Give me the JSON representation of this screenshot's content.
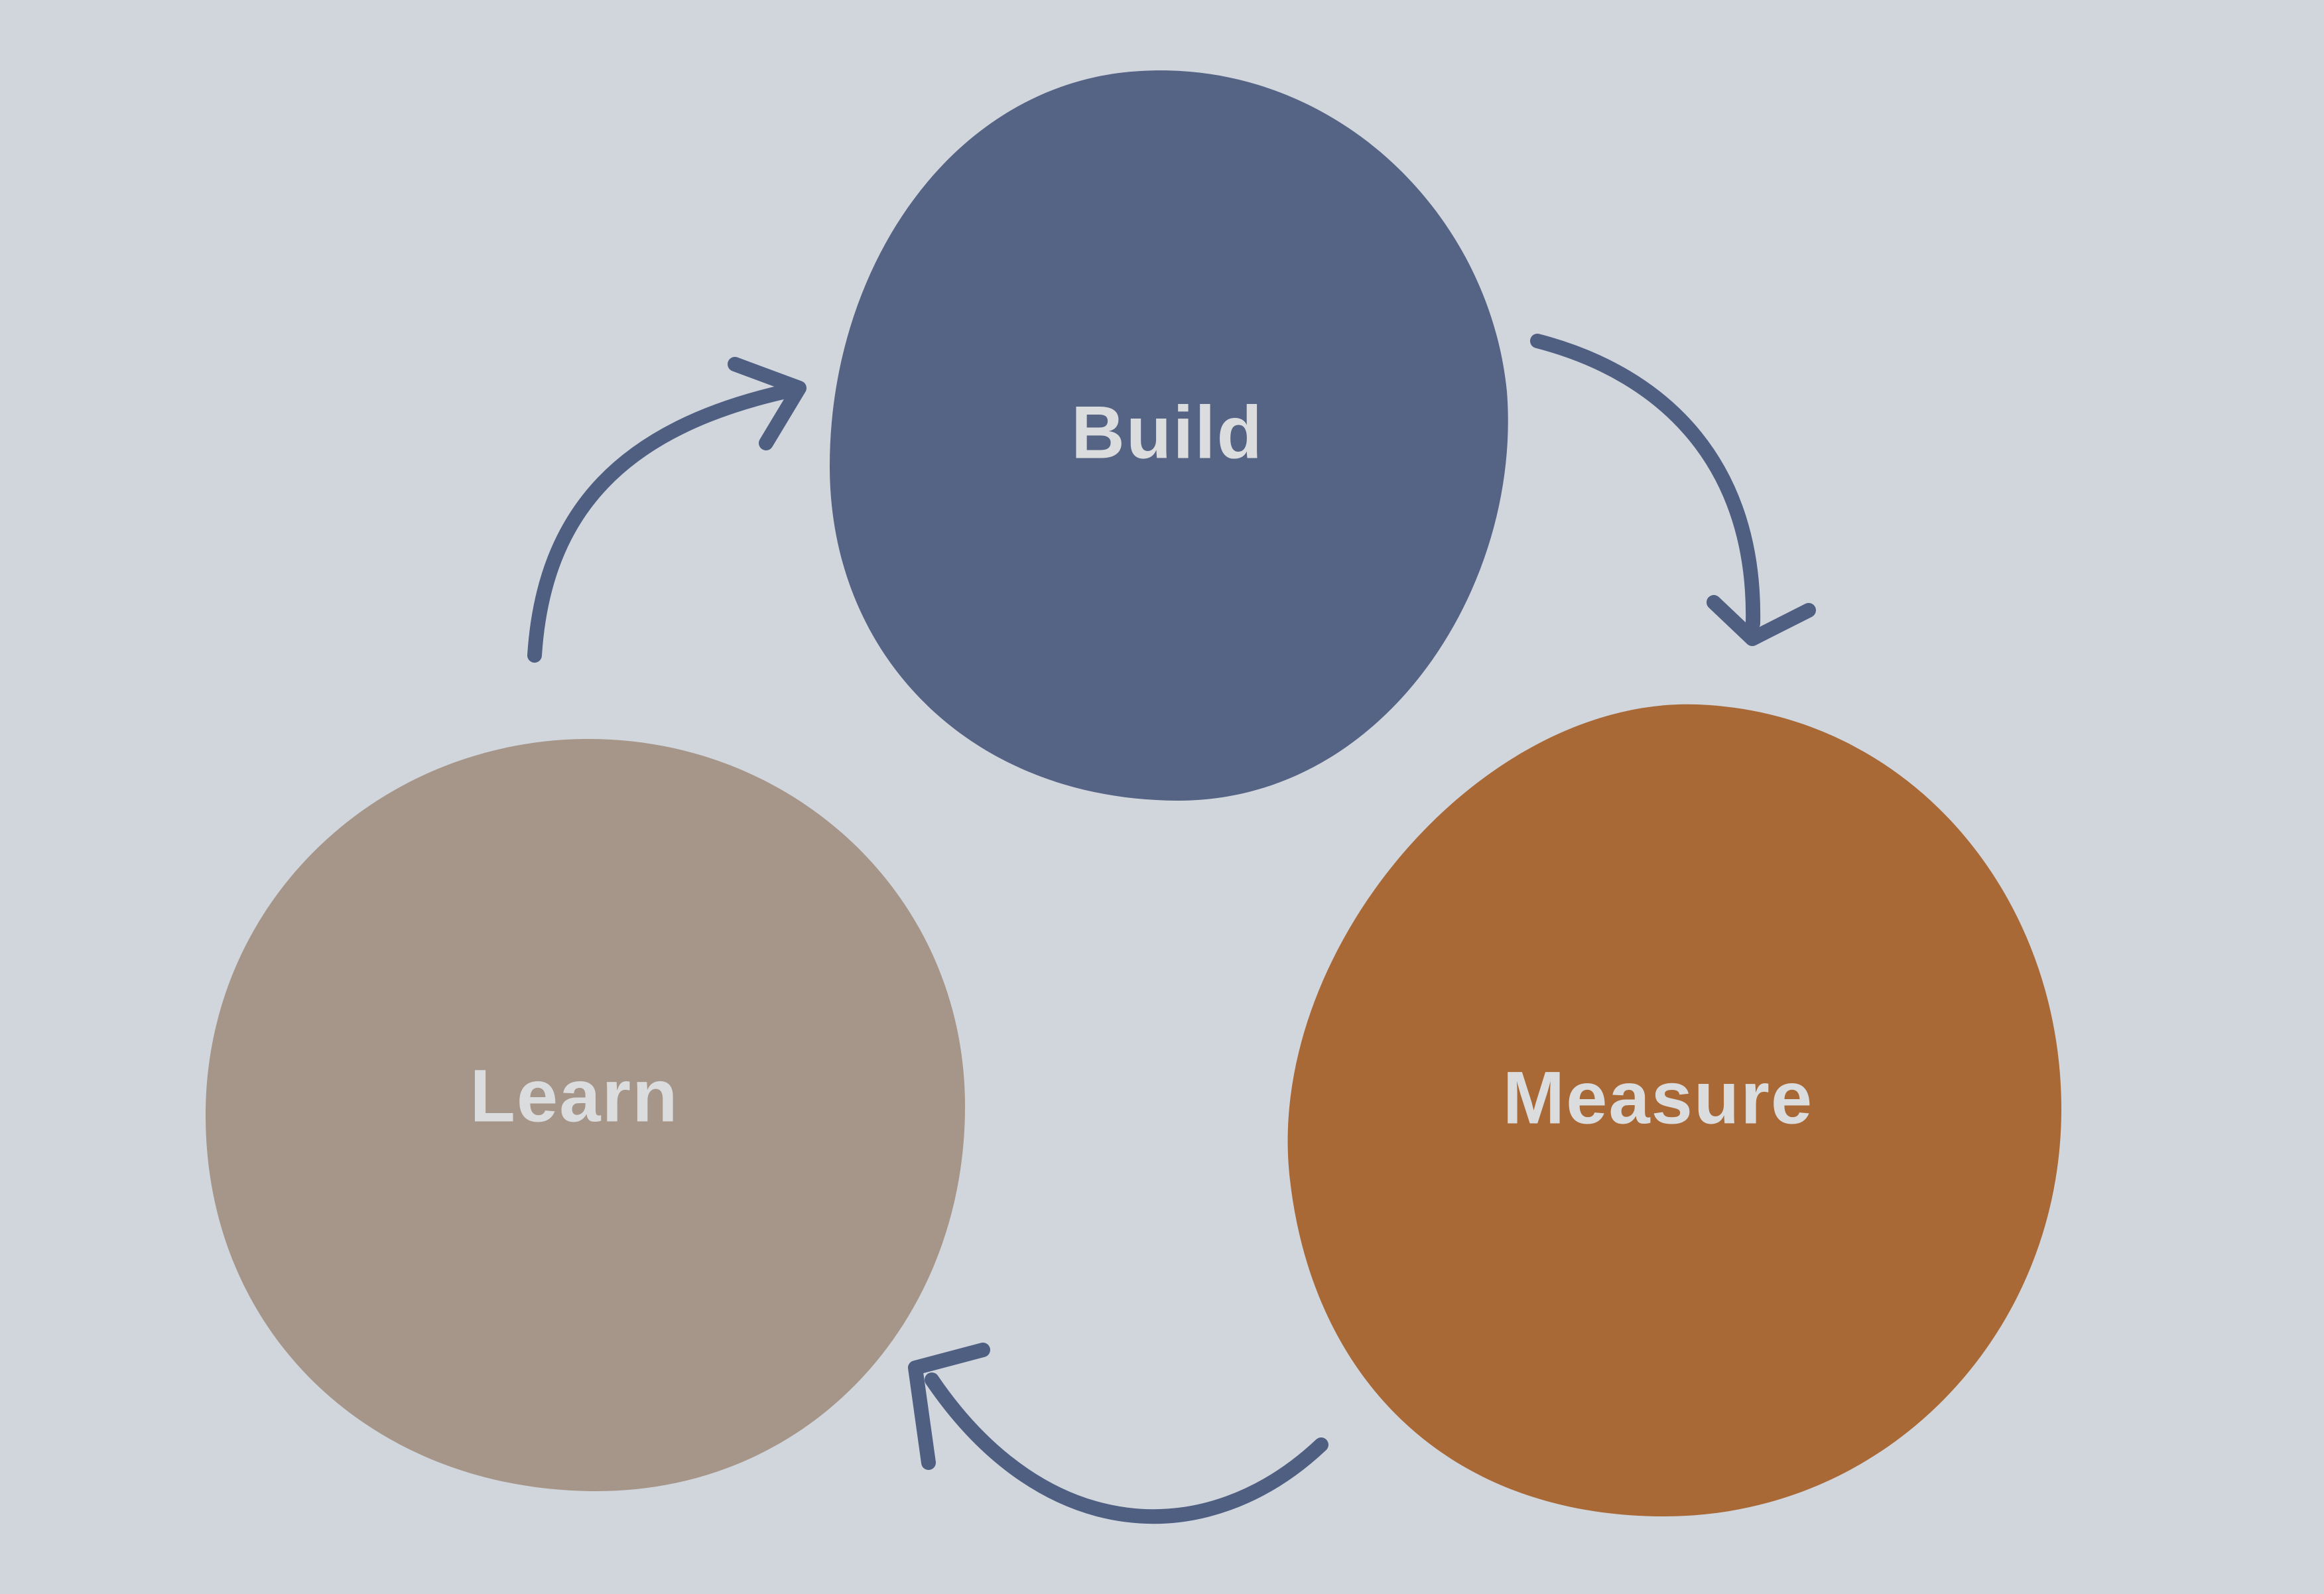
{
  "diagram": {
    "type": "cycle",
    "nodes": [
      {
        "id": "build",
        "label": "Build",
        "color": "#556385"
      },
      {
        "id": "measure",
        "label": "Measure",
        "color": "#A86936"
      },
      {
        "id": "learn",
        "label": "Learn",
        "color": "#A69689"
      }
    ],
    "edges": [
      {
        "from": "build",
        "to": "measure"
      },
      {
        "from": "measure",
        "to": "learn"
      },
      {
        "from": "learn",
        "to": "build"
      }
    ],
    "colors": {
      "background": "#D1D5DC",
      "arrow": "#4F5F82",
      "label_text": "#DBDCDD"
    }
  }
}
